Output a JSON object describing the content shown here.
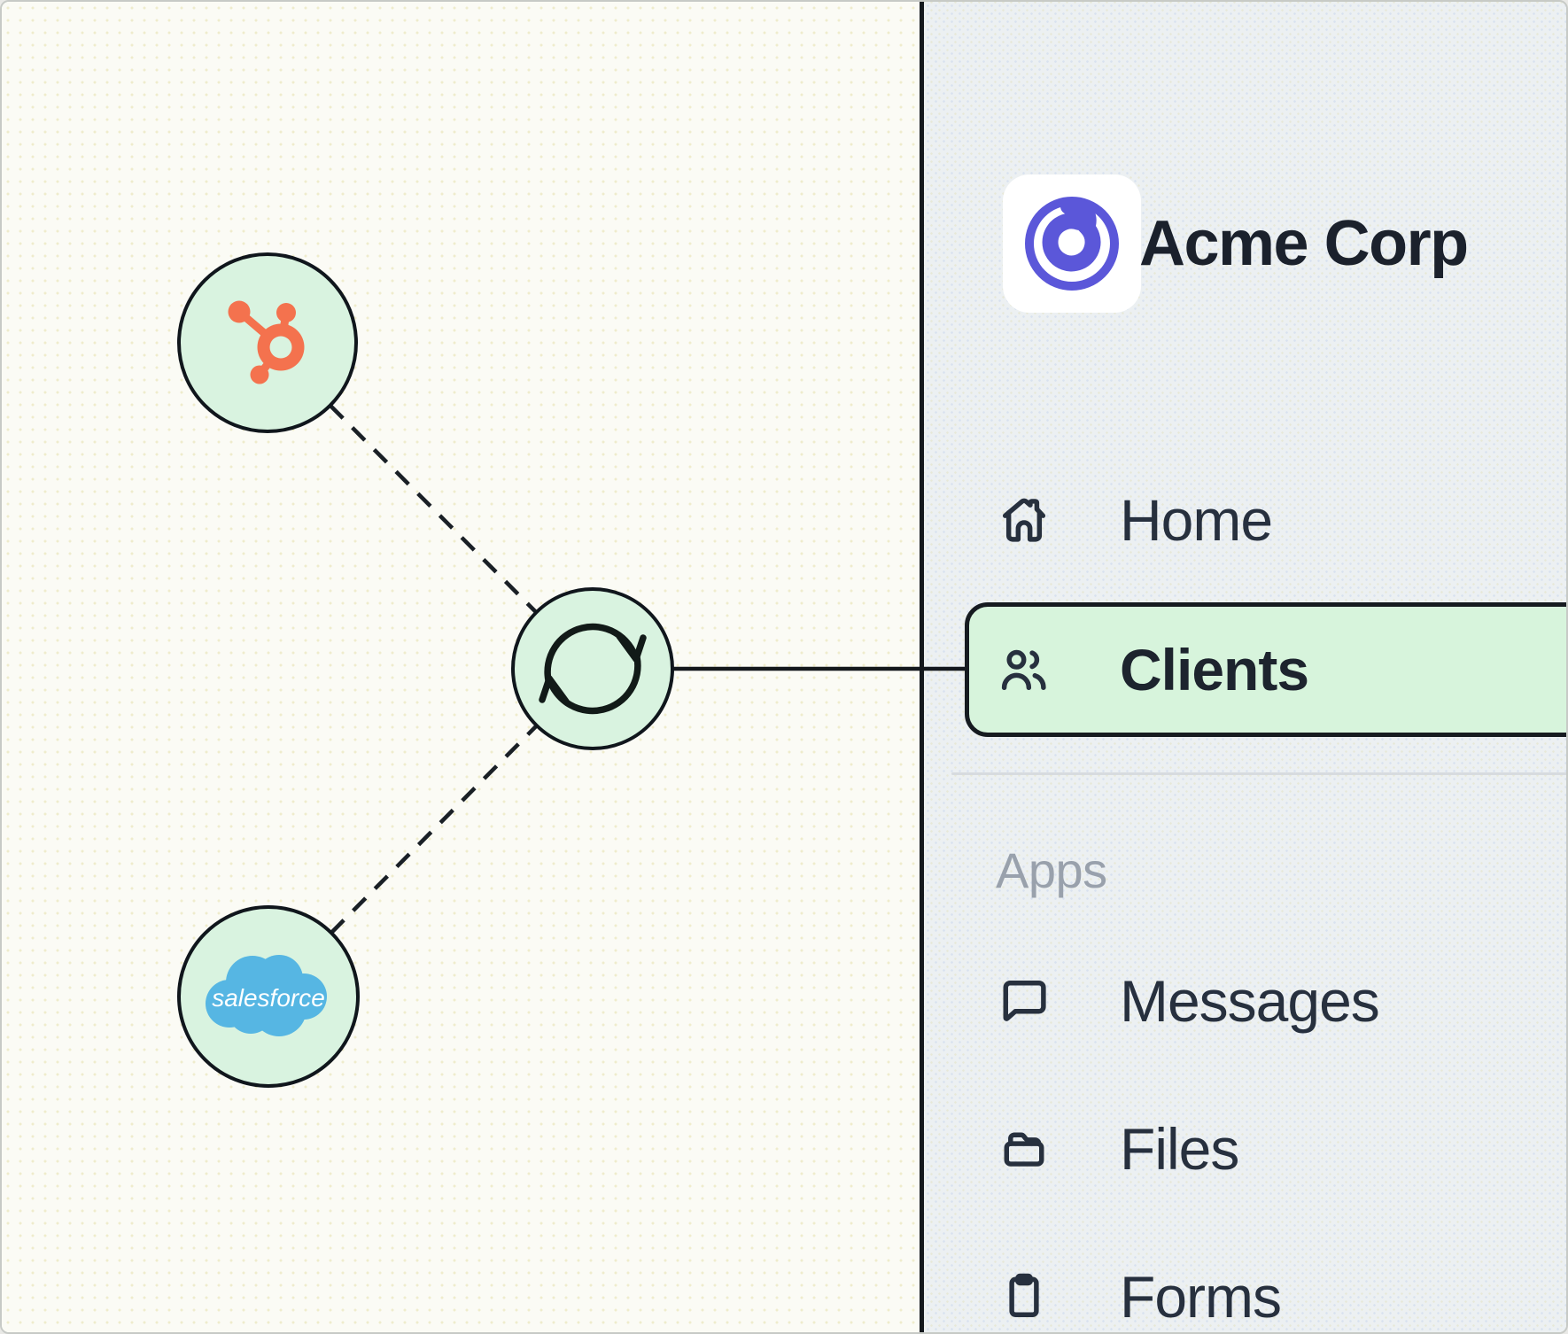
{
  "brand": {
    "name": "Acme Corp"
  },
  "sidebar": {
    "nav": [
      {
        "label": "Home",
        "icon": "home-icon",
        "active": false
      },
      {
        "label": "Clients",
        "icon": "users-icon",
        "active": true
      }
    ],
    "section_label": "Apps",
    "apps": [
      {
        "label": "Messages",
        "icon": "message-bubble-icon"
      },
      {
        "label": "Files",
        "icon": "folder-icon"
      },
      {
        "label": "Forms",
        "icon": "clipboard-icon"
      }
    ]
  },
  "diagram": {
    "salesforce_logo_text": "salesforce",
    "nodes": [
      {
        "id": "hubspot-node",
        "icon": "hubspot-logo"
      },
      {
        "id": "sync-node",
        "icon": "sync-arrows-icon"
      },
      {
        "id": "salesforce-node",
        "icon": "salesforce-logo"
      }
    ],
    "connections": [
      {
        "from": "hubspot-node",
        "to": "sync-node",
        "style": "dashed"
      },
      {
        "from": "salesforce-node",
        "to": "sync-node",
        "style": "dashed"
      },
      {
        "from": "sync-node",
        "to": "clients-nav-item",
        "style": "solid"
      }
    ]
  },
  "colors": {
    "pill_green": "#d7f4dc",
    "node_green": "#d9f3e0",
    "outline_dark": "#14191f",
    "brand_purple": "#5b57d9",
    "hubspot_orange": "#f4724e",
    "salesforce_blue": "#56b6e3",
    "sidebar_bg": "#ecf0f2",
    "canvas_bg": "#fbfbf5",
    "text_primary": "#27303e",
    "text_muted": "#99a1ac"
  }
}
